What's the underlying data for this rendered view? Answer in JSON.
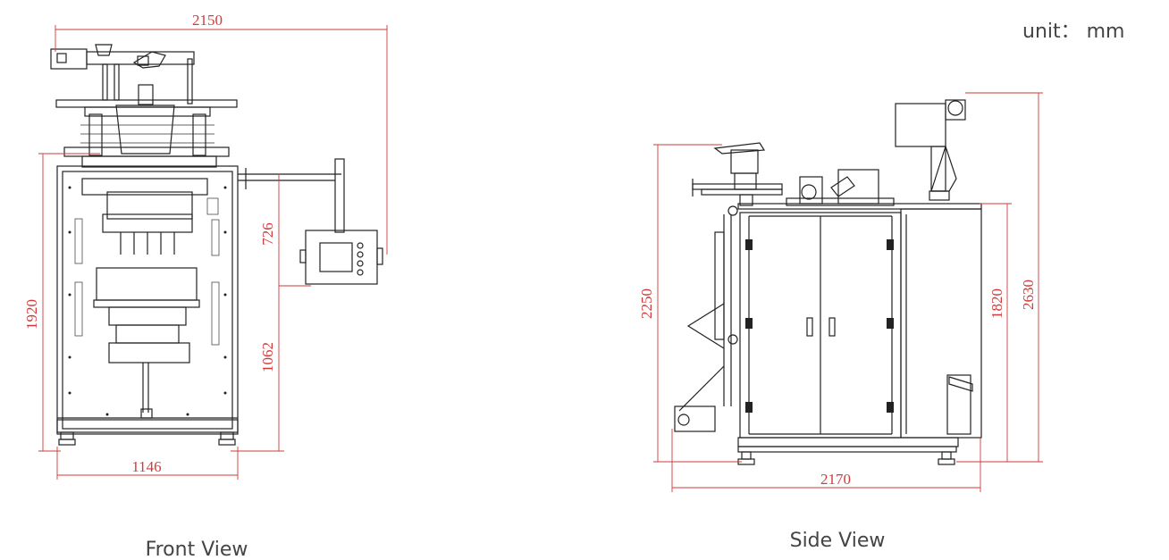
{
  "unit_label": "unit： mm",
  "front_view": {
    "title": "Front View",
    "dimensions": {
      "overall_width": "2150",
      "height": "1920",
      "arm_height": "726",
      "arm_base_height": "1062",
      "frame_width": "1146"
    }
  },
  "side_view": {
    "title": "Side View",
    "dimensions": {
      "height_total": "2250",
      "cabinet_height": "1820",
      "max_height": "2630",
      "length": "2170"
    }
  },
  "colors": {
    "dimension_lines": "#d23b3b",
    "machine_lines": "#222222",
    "caption_text": "#444444"
  }
}
